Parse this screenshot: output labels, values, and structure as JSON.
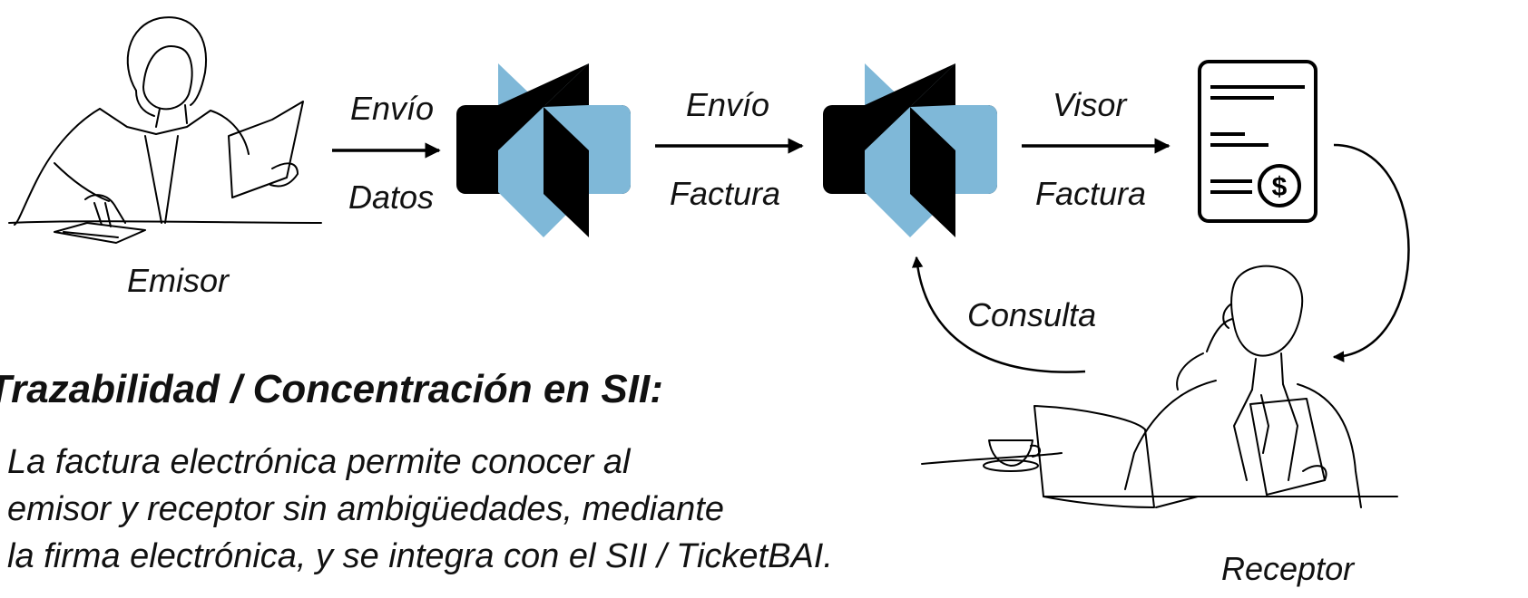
{
  "actors": {
    "emisor": "Emisor",
    "receptor": "Receptor"
  },
  "arrows": {
    "envio_datos": {
      "top": "Envío",
      "bottom": "Datos"
    },
    "envio_factura": {
      "top": "Envío",
      "bottom": "Factura"
    },
    "visor_factura": {
      "top": "Visor",
      "bottom": "Factura"
    },
    "consulta": "Consulta"
  },
  "colors": {
    "logo_blue": "#7fb8d8",
    "logo_black": "#000000"
  },
  "icons": [
    "emisor-figure",
    "platform-logo",
    "invoice-document-icon",
    "dollar-icon",
    "receptor-figure"
  ],
  "section": {
    "heading": "Trazabilidad / Concentración en SII:",
    "lines": [
      "La factura electrónica permite conocer al",
      "emisor y receptor sin ambigüedades, mediante",
      "la firma electrónica, y se integra con el SII / TicketBAI."
    ]
  }
}
